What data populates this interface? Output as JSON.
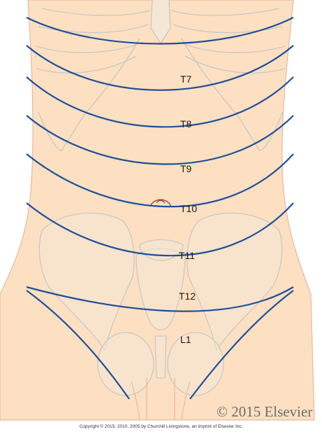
{
  "colors": {
    "skin": "#fde0c2",
    "bone_fill": "#f4e7d6",
    "bone_stroke": "#c9c9c3",
    "outline": "#e6b8a0",
    "dermatome_line": "#1e4f9a",
    "label": "#1a1a1a",
    "watermark": "#6b6b6b"
  },
  "diagram": {
    "labels": {
      "t7": "T7",
      "t8": "T8",
      "t9": "T9",
      "t10": "T10",
      "t11": "T11",
      "t12": "T12",
      "l1": "L1"
    },
    "watermark": "© 2015 Elsevier",
    "copyright": "Copyright © 2015, 2010, 2005 by Churchill Livingstone, an imprint of Elsevier Inc."
  }
}
